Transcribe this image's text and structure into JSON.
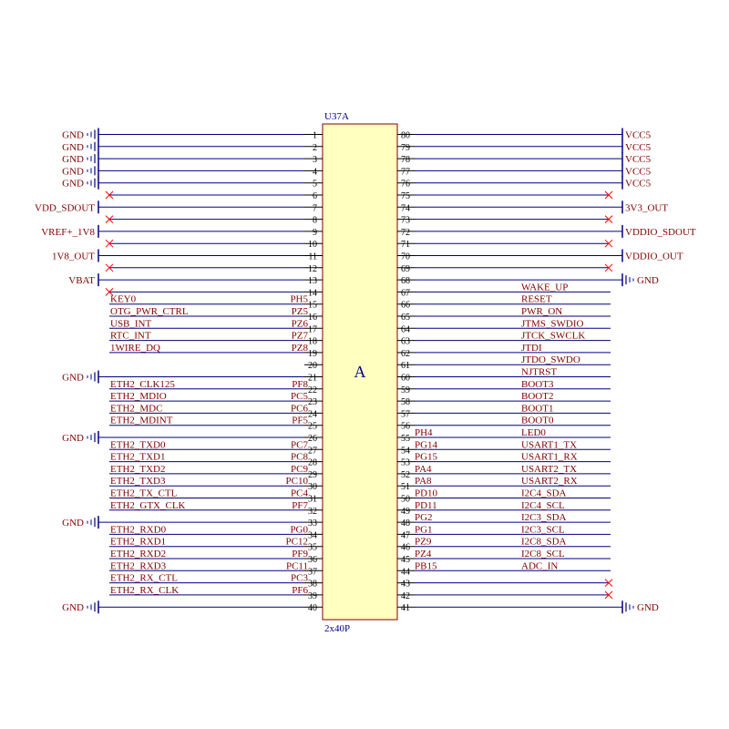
{
  "part": {
    "designator": "U37A",
    "unit": "A",
    "footprint": "2x40P"
  },
  "colors": {
    "wire": "#000080",
    "label": "#800000",
    "pin": "#000000",
    "body_fill": "#ffffc0",
    "body_stroke": "#800000",
    "nc": "#ff0000"
  },
  "pins": [
    {
      "n": "1",
      "net": "GND",
      "type": "gnd"
    },
    {
      "n": "2",
      "net": "GND",
      "type": "gnd"
    },
    {
      "n": "3",
      "net": "GND",
      "type": "gnd"
    },
    {
      "n": "4",
      "net": "GND",
      "type": "gnd"
    },
    {
      "n": "5",
      "net": "GND",
      "type": "gnd"
    },
    {
      "n": "6",
      "type": "nc"
    },
    {
      "n": "7",
      "net": "VDD_SDOUT",
      "type": "port"
    },
    {
      "n": "8",
      "type": "nc"
    },
    {
      "n": "9",
      "net": "VREF+_1V8",
      "type": "port"
    },
    {
      "n": "10",
      "type": "nc"
    },
    {
      "n": "11",
      "net": "1V8_OUT",
      "type": "port"
    },
    {
      "n": "12",
      "type": "nc"
    },
    {
      "n": "13",
      "net": "VBAT",
      "type": "port"
    },
    {
      "n": "14",
      "type": "nc"
    },
    {
      "n": "15",
      "net": "KEY0",
      "gpio": "PH5",
      "type": "sig"
    },
    {
      "n": "16",
      "net": "OTG_PWR_CTRL",
      "gpio": "PZ5",
      "type": "sig"
    },
    {
      "n": "17",
      "net": "USB_INT",
      "gpio": "PZ6",
      "type": "sig"
    },
    {
      "n": "18",
      "net": "RTC_INT",
      "gpio": "PZ7",
      "type": "sig"
    },
    {
      "n": "19",
      "net": "1WIRE_DQ",
      "gpio": "PZ8",
      "type": "sig"
    },
    {
      "n": "20",
      "type": "open"
    },
    {
      "n": "21",
      "net": "GND",
      "type": "gnd"
    },
    {
      "n": "22",
      "net": "ETH2_CLK125",
      "gpio": "PF8",
      "type": "sig"
    },
    {
      "n": "23",
      "net": "ETH2_MDIO",
      "gpio": "PC5",
      "type": "sig"
    },
    {
      "n": "24",
      "net": "ETH2_MDC",
      "gpio": "PC6",
      "type": "sig"
    },
    {
      "n": "25",
      "net": "ETH2_MDINT",
      "gpio": "PF5",
      "type": "sig"
    },
    {
      "n": "26",
      "net": "GND",
      "type": "gnd"
    },
    {
      "n": "27",
      "net": "ETH2_TXD0",
      "gpio": "PC7",
      "type": "sig"
    },
    {
      "n": "28",
      "net": "ETH2_TXD1",
      "gpio": "PC8",
      "type": "sig"
    },
    {
      "n": "29",
      "net": "ETH2_TXD2",
      "gpio": "PC9",
      "type": "sig"
    },
    {
      "n": "30",
      "net": "ETH2_TXD3",
      "gpio": "PC10",
      "type": "sig"
    },
    {
      "n": "31",
      "net": "ETH2_TX_CTL",
      "gpio": "PC4",
      "type": "sig"
    },
    {
      "n": "32",
      "net": "ETH2_GTX_CLK",
      "gpio": "PF7",
      "type": "sig"
    },
    {
      "n": "33",
      "net": "GND",
      "type": "gnd"
    },
    {
      "n": "34",
      "net": "ETH2_RXD0",
      "gpio": "PG0",
      "type": "sig"
    },
    {
      "n": "35",
      "net": "ETH2_RXD1",
      "gpio": "PC12",
      "type": "sig"
    },
    {
      "n": "36",
      "net": "ETH2_RXD2",
      "gpio": "PF9",
      "type": "sig"
    },
    {
      "n": "37",
      "net": "ETH2_RXD3",
      "gpio": "PC11",
      "type": "sig"
    },
    {
      "n": "38",
      "net": "ETH2_RX_CTL",
      "gpio": "PC3",
      "type": "sig"
    },
    {
      "n": "39",
      "net": "ETH2_RX_CLK",
      "gpio": "PF6",
      "type": "sig"
    },
    {
      "n": "40",
      "net": "GND",
      "type": "gnd"
    },
    {
      "n": "41",
      "net": "GND",
      "type": "gnd"
    },
    {
      "n": "42",
      "type": "nc"
    },
    {
      "n": "43",
      "type": "nc"
    },
    {
      "n": "44",
      "net": "ADC_IN",
      "gpio": "PB15",
      "type": "sig"
    },
    {
      "n": "45",
      "net": "I2C8_SCL",
      "gpio": "PZ4",
      "type": "sig"
    },
    {
      "n": "46",
      "net": "I2C8_SDA",
      "gpio": "PZ9",
      "type": "sig"
    },
    {
      "n": "47",
      "net": "I2C3_SCL",
      "gpio": "PG1",
      "type": "sig"
    },
    {
      "n": "48",
      "net": "I2C3_SDA",
      "gpio": "PG2",
      "type": "sig"
    },
    {
      "n": "49",
      "net": "I2C4_SCL",
      "gpio": "PD11",
      "type": "sig"
    },
    {
      "n": "50",
      "net": "I2C4_SDA",
      "gpio": "PD10",
      "type": "sig"
    },
    {
      "n": "51",
      "net": "USART2_RX",
      "gpio": "PA8",
      "type": "sig"
    },
    {
      "n": "52",
      "net": "USART2_TX",
      "gpio": "PA4",
      "type": "sig"
    },
    {
      "n": "53",
      "net": "USART1_RX",
      "gpio": "PG15",
      "type": "sig"
    },
    {
      "n": "54",
      "net": "USART1_TX",
      "gpio": "PG14",
      "type": "sig"
    },
    {
      "n": "55",
      "net": "LED0",
      "gpio": "PH4",
      "type": "sig"
    },
    {
      "n": "56",
      "net": "BOOT0",
      "type": "sig"
    },
    {
      "n": "57",
      "net": "BOOT1",
      "type": "sig"
    },
    {
      "n": "58",
      "net": "BOOT2",
      "type": "sig"
    },
    {
      "n": "59",
      "net": "BOOT3",
      "type": "sig"
    },
    {
      "n": "60",
      "net": "NJTRST",
      "type": "sig"
    },
    {
      "n": "61",
      "net": "JTDO_SWDO",
      "type": "sig"
    },
    {
      "n": "62",
      "net": "JTDI",
      "type": "sig"
    },
    {
      "n": "63",
      "net": "JTCK_SWCLK",
      "type": "sig"
    },
    {
      "n": "64",
      "net": "JTMS_SWDIO",
      "type": "sig"
    },
    {
      "n": "65",
      "net": "PWR_ON",
      "type": "sig"
    },
    {
      "n": "66",
      "net": "RESET",
      "type": "sig"
    },
    {
      "n": "67",
      "net": "WAKE_UP",
      "type": "sig"
    },
    {
      "n": "68",
      "net": "GND",
      "type": "gnd"
    },
    {
      "n": "69",
      "type": "nc"
    },
    {
      "n": "70",
      "net": "VDDIO_OUT",
      "type": "port"
    },
    {
      "n": "71",
      "type": "nc"
    },
    {
      "n": "72",
      "net": "VDDIO_SDOUT",
      "type": "port"
    },
    {
      "n": "73",
      "type": "nc"
    },
    {
      "n": "74",
      "net": "3V3_OUT",
      "type": "port"
    },
    {
      "n": "75",
      "type": "nc"
    },
    {
      "n": "76",
      "net": "VCC5",
      "type": "port"
    },
    {
      "n": "77",
      "net": "VCC5",
      "type": "port"
    },
    {
      "n": "78",
      "net": "VCC5",
      "type": "port"
    },
    {
      "n": "79",
      "net": "VCC5",
      "type": "port"
    },
    {
      "n": "80",
      "net": "VCC5",
      "type": "port"
    }
  ]
}
